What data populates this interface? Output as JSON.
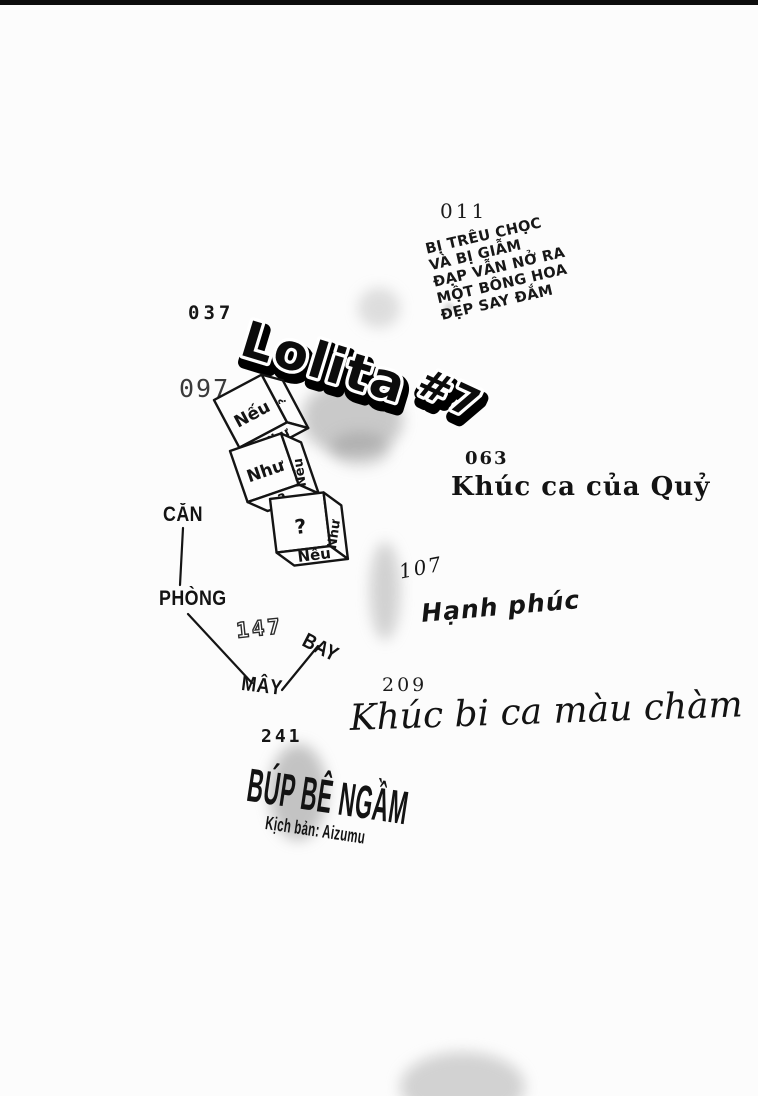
{
  "colors": {
    "ink": "#141414",
    "paper": "#fcfcfc",
    "smudge": "#9e9e9e"
  },
  "entries": {
    "e011": {
      "number": "011",
      "lines": [
        "BỊ TRÊU CHỌC",
        "VÀ BỊ GIẪM",
        "ĐẠP VẪN NỞ RA",
        "MỘT BÔNG HOA",
        "ĐẸP SAY ĐẮM"
      ]
    },
    "e037": {
      "number": "037",
      "title": "Lolita #7",
      "title_main": "Lolita",
      "title_suffix": "#7"
    },
    "e063": {
      "number": "063",
      "title": "Khúc ca của Quỷ"
    },
    "e097": {
      "number": "097",
      "cube1": {
        "front": "Nếu",
        "side": "?",
        "bottom": "Như"
      },
      "cube2": {
        "front": "Như",
        "side": "Nếu",
        "bottom": "?"
      },
      "cube3": {
        "top": "?",
        "side": "Như",
        "bottom": "Nếu"
      }
    },
    "e107": {
      "number": "107",
      "title": "Hạnh phúc"
    },
    "e147": {
      "number": "147",
      "words": [
        "CĂN",
        "PHÒNG",
        "MÂY",
        "BAY"
      ]
    },
    "e209": {
      "number": "209",
      "title": "Khúc bi ca màu chàm"
    },
    "e241": {
      "number": "241",
      "title": "BÚP BÊ NGẦM",
      "credit": "Kịch bản: Aizumu"
    }
  }
}
